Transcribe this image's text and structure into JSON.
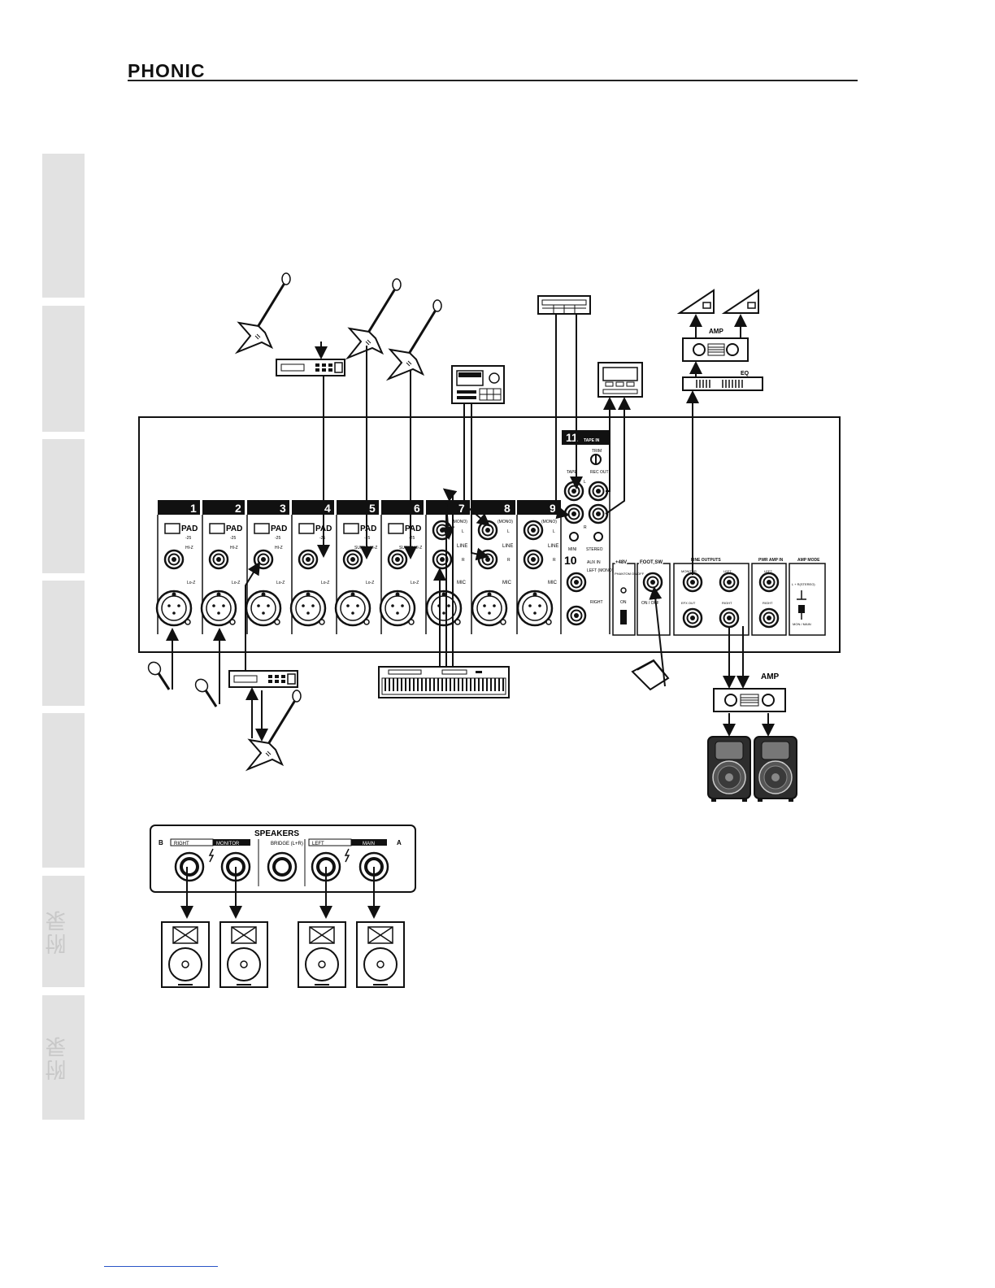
{
  "brand": {
    "logo_text": "PHONIC"
  },
  "side_tabs": [
    {
      "label": ""
    },
    {
      "label": ""
    },
    {
      "label": ""
    },
    {
      "label": ""
    },
    {
      "label": ""
    },
    {
      "label": "附录"
    },
    {
      "label": "附录"
    }
  ],
  "mixer": {
    "channels": [
      {
        "number": "1",
        "pad": "PAD",
        "pad_value": "-25",
        "hiz": "HI-Z",
        "loz": "Lo-Z"
      },
      {
        "number": "2",
        "pad": "PAD",
        "pad_value": "-25",
        "hiz": "HI-Z",
        "loz": "Lo-Z"
      },
      {
        "number": "3",
        "pad": "PAD",
        "pad_value": "-25",
        "hiz": "HI-Z",
        "loz": "Lo-Z"
      },
      {
        "number": "4",
        "pad": "PAD",
        "pad_value": "-25",
        "hiz": "HI-Z",
        "loz": "Lo-Z"
      },
      {
        "number": "5",
        "pad": "PAD",
        "pad_value": "-25",
        "hiz": "SUPER HI-Z",
        "loz": "Lo-Z"
      },
      {
        "number": "6",
        "pad": "PAD",
        "pad_value": "-25",
        "hiz": "SUPER HI-Z",
        "loz": "Lo-Z"
      }
    ],
    "stereo_channels": [
      {
        "number": "7",
        "mono": "(MONO)",
        "l": "L",
        "line": "LINE",
        "r": "R",
        "mic": "MIC"
      },
      {
        "number": "8",
        "mono": "(MONO)",
        "l": "L",
        "line": "LINE",
        "r": "R",
        "mic": "MIC"
      },
      {
        "number": "9",
        "mono": "(MONO)",
        "l": "L",
        "line": "LINE",
        "r": "R",
        "mic": "MIC"
      }
    ],
    "tape_section": {
      "number": "11",
      "title": "TAPE IN",
      "trim": "TRIM",
      "tape": "TAPE",
      "rec_out": "REC OUT",
      "l": "L",
      "r": "R",
      "mini": "MINI",
      "stereo": "STEREO"
    },
    "aux_section": {
      "number": "10",
      "title": "AUX IN",
      "left": "LEFT (MONO)",
      "right": "RIGHT"
    },
    "phantom": {
      "title": "+48V",
      "label": "PHANTOM ON/OFF",
      "on": "ON"
    },
    "foot_sw": {
      "title": "FOOT SW",
      "on_off": "ON / OFF"
    },
    "line_outputs": {
      "title": "LINE OUTPUTS",
      "monitor": "MONITOR",
      "left": "LEFT",
      "efx_out": "EFX OUT",
      "right": "RIGHT"
    },
    "pwr_amp_in": {
      "title": "PWR AMP IN",
      "left": "LEFT",
      "right": "RIGHT"
    },
    "amp_mode": {
      "title": "AMP MODE",
      "stereo": "L + R(STEREO)",
      "mon_main": "MON / MAIN"
    }
  },
  "peripherals": {
    "amp_top": "AMP",
    "eq": "EQ",
    "amp_bottom": "AMP"
  },
  "speakers_panel": {
    "title": "SPEAKERS",
    "b": "B",
    "a": "A",
    "right": "RIGHT",
    "monitor": "MONITOR",
    "bridge": "BRIDGE (L+R)",
    "left": "LEFT",
    "main": "MAIN"
  }
}
